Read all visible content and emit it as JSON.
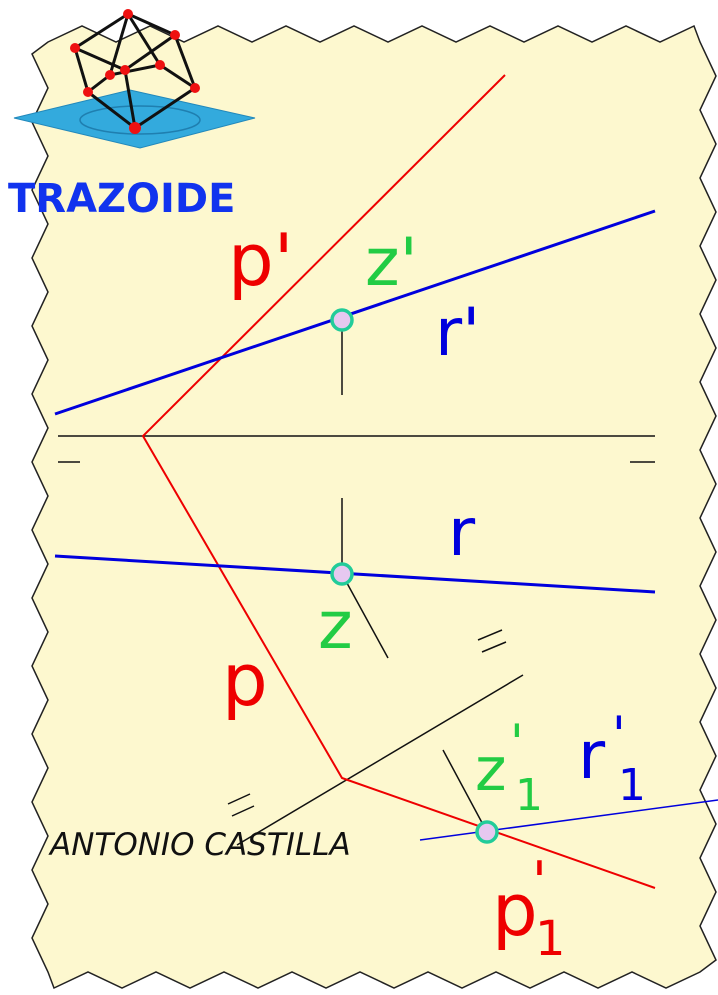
{
  "logo": {
    "text": "TRAZOIDE"
  },
  "author": "ANTONIO CASTILLA",
  "labels": {
    "p_prime": "p'",
    "z_prime": "z'",
    "r_prime": "r'",
    "r": "r",
    "z": "z",
    "p": "p",
    "z1_prime_base": "z",
    "z1_prime_mark": "'",
    "z1_prime_sub": "1",
    "r1_prime_base": "r",
    "r1_prime_mark": "'",
    "r1_prime_sub": "1",
    "p1_prime_base": "p",
    "p1_prime_mark": "'",
    "p1_prime_sub": "1"
  },
  "colors": {
    "paper": "#fdf8cf",
    "paper_edge": "#222222",
    "line_p": "#ee0000",
    "line_r": "#0000dd",
    "point": "#22cc99",
    "point_fill": "#e6c8f0",
    "label_z": "#22cc44",
    "label_p": "#ee0000",
    "label_r": "#0000dd",
    "logo_text": "#1133ee",
    "logo_plane": "#33aadd",
    "logo_vertex": "#ee1111",
    "ground_line": "#111111"
  },
  "icons": [
    "logo-cube-icon"
  ]
}
